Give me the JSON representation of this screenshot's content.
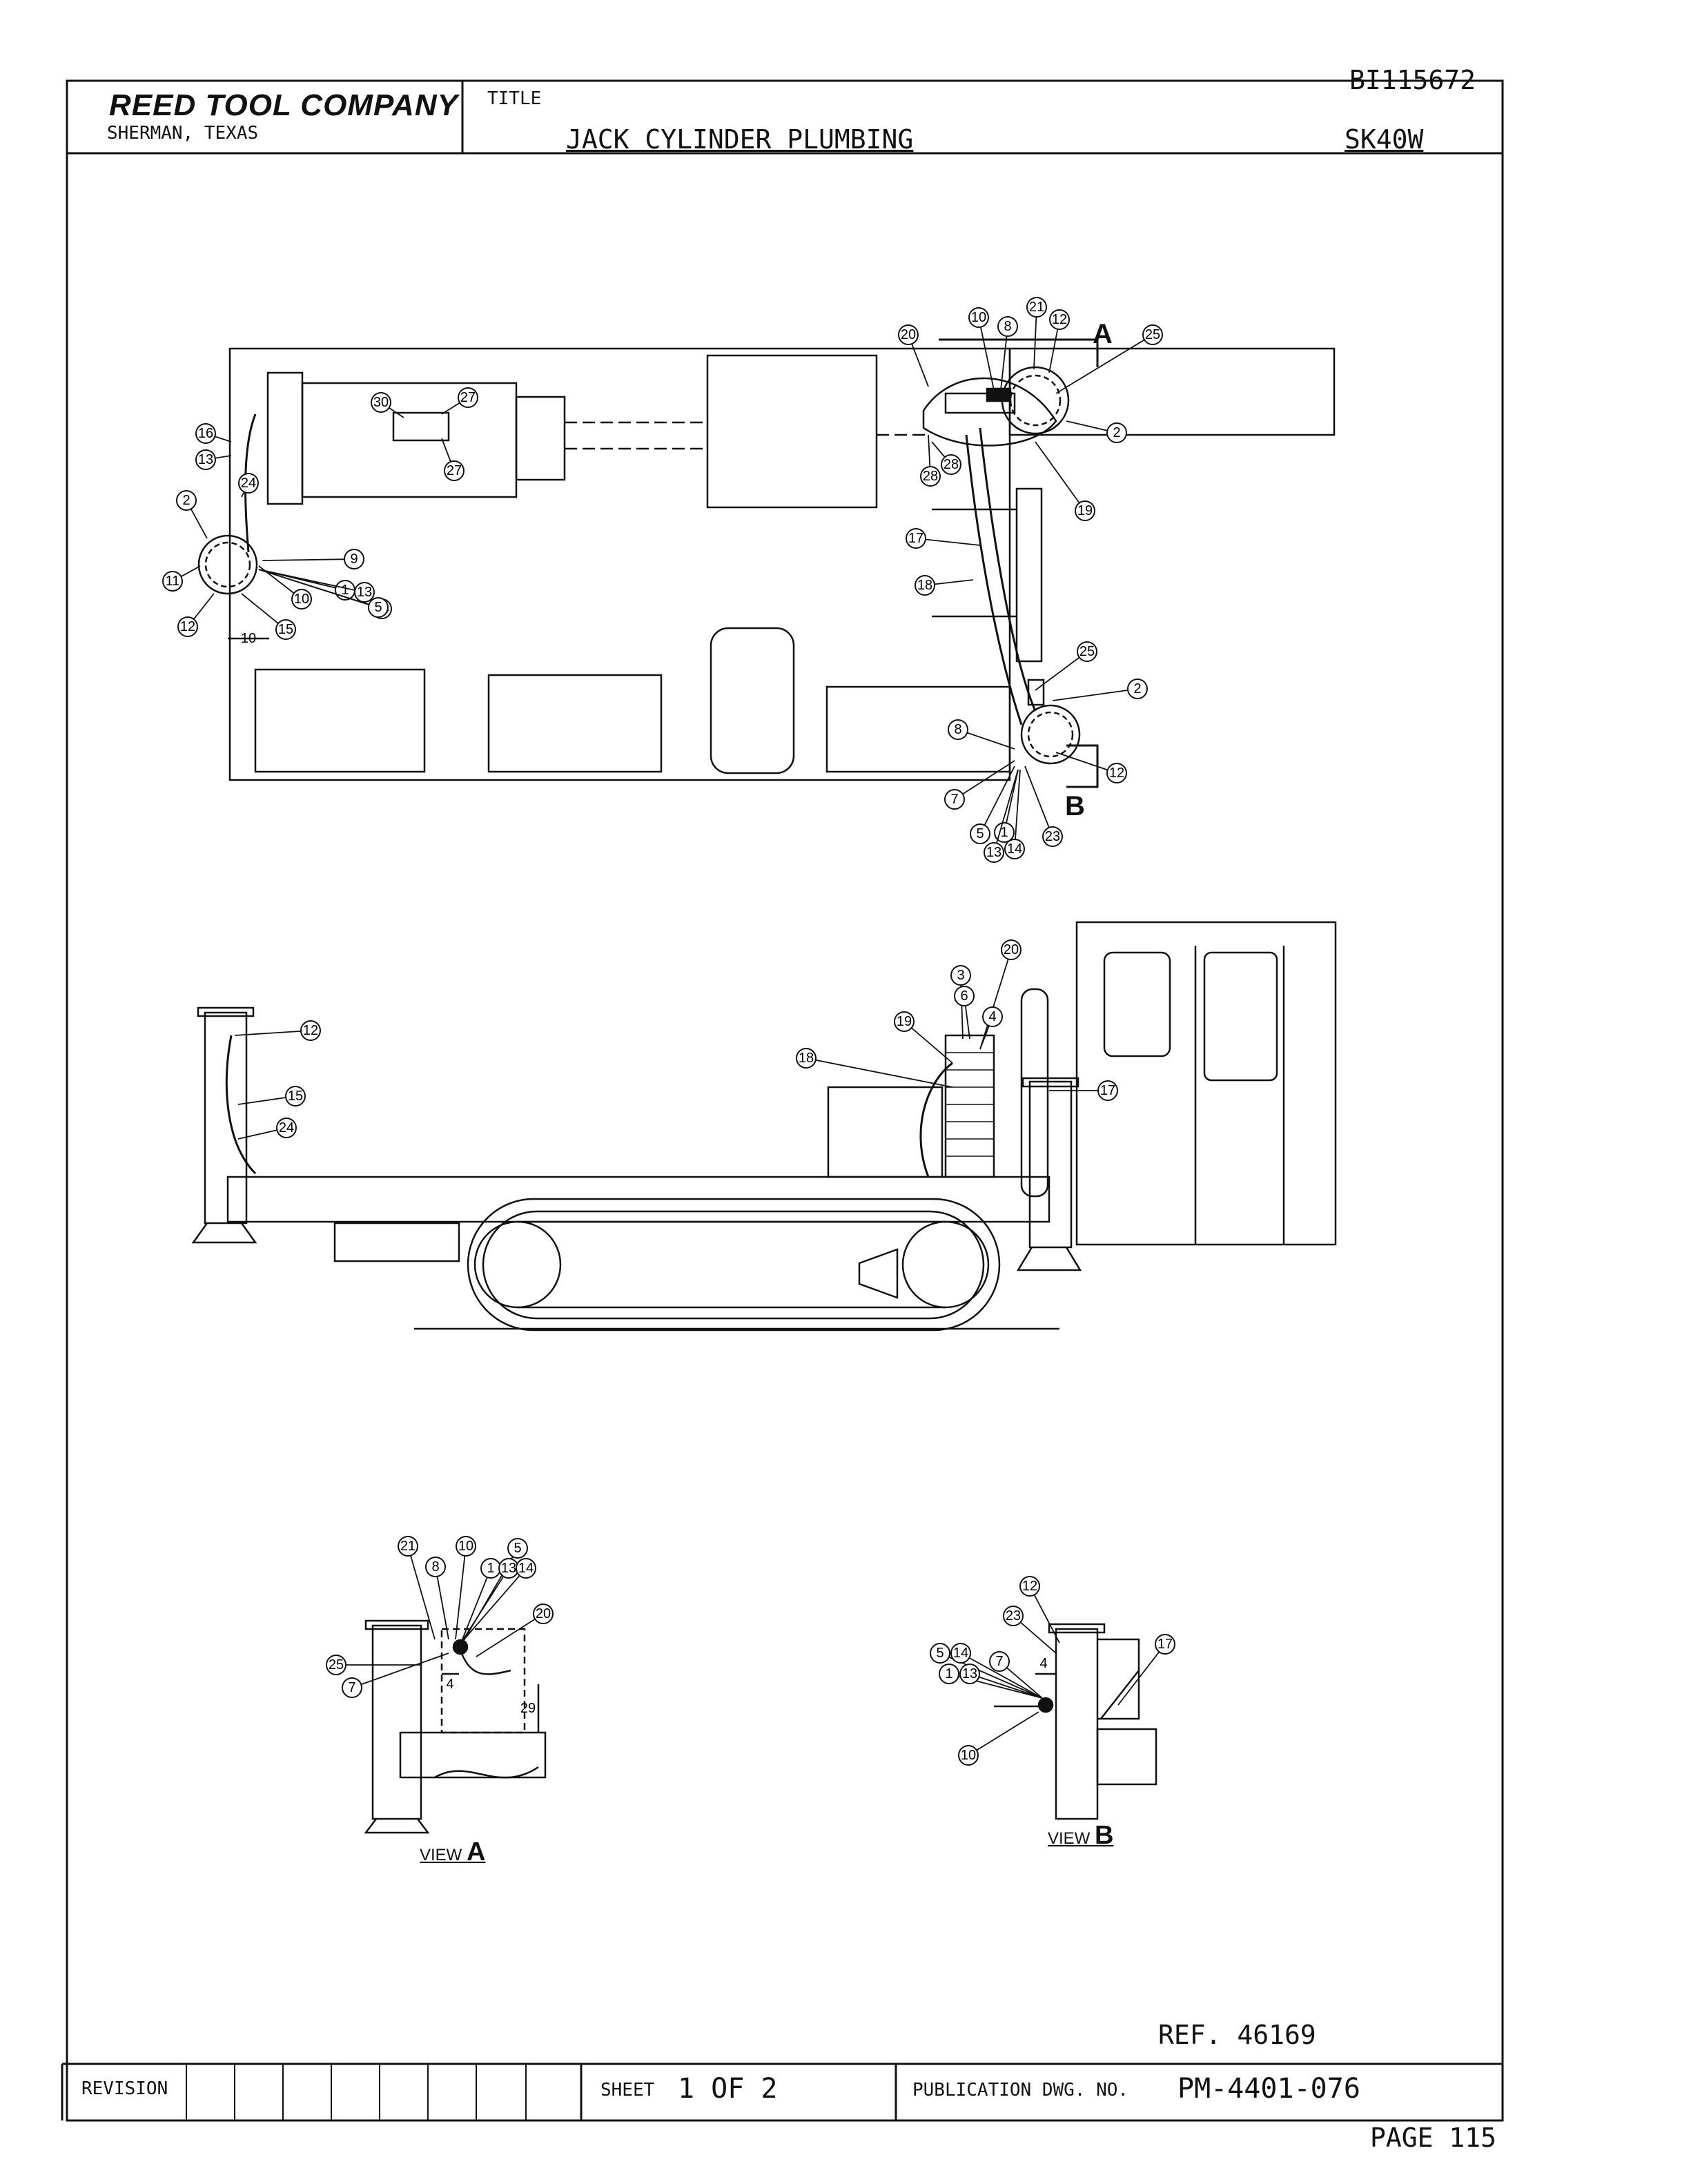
{
  "title_block": {
    "company": "REED TOOL COMPANY",
    "city": "SHERMAN, TEXAS",
    "title_label": "TITLE",
    "title": "JACK CYLINDER PLUMBING",
    "model": "SK40W",
    "document_number": "BI115672"
  },
  "reference": "REF. 46169",
  "footer": {
    "revision_label": "REVISION",
    "sheet_label": "SHEET",
    "sheet_value": "1 OF 2",
    "publication_label": "PUBLICATION DWG. NO.",
    "publication_value": "PM-4401-076",
    "page": "PAGE 115"
  },
  "views": {
    "a_label": "VIEW",
    "a_letter": "A",
    "b_label": "VIEW",
    "b_letter": "B",
    "section_a": "A",
    "section_b": "B"
  },
  "callouts": {
    "top_plan": [
      "20",
      "10",
      "8",
      "21",
      "12",
      "25",
      "2",
      "19",
      "28",
      "28",
      "30",
      "27",
      "27",
      "16",
      "13",
      "24",
      "2",
      "9",
      "11",
      "10",
      "1",
      "13",
      "14",
      "5",
      "12",
      "15",
      "17",
      "18",
      "25",
      "2",
      "8",
      "12",
      "7",
      "5",
      "1",
      "23",
      "13",
      "14"
    ],
    "side_view": [
      "12",
      "15",
      "24",
      "3",
      "6",
      "20",
      "19",
      "4",
      "18",
      "17"
    ],
    "view_a": [
      "21",
      "8",
      "10",
      "5",
      "1",
      "13",
      "14",
      "20",
      "25",
      "7"
    ],
    "view_b": [
      "12",
      "23",
      "5",
      "14",
      "7",
      "1",
      "13",
      "17",
      "10"
    ]
  },
  "dimensions": {
    "plan_10": "10",
    "view_a_4": "4",
    "view_a_29": "29",
    "view_b_4": "4"
  }
}
